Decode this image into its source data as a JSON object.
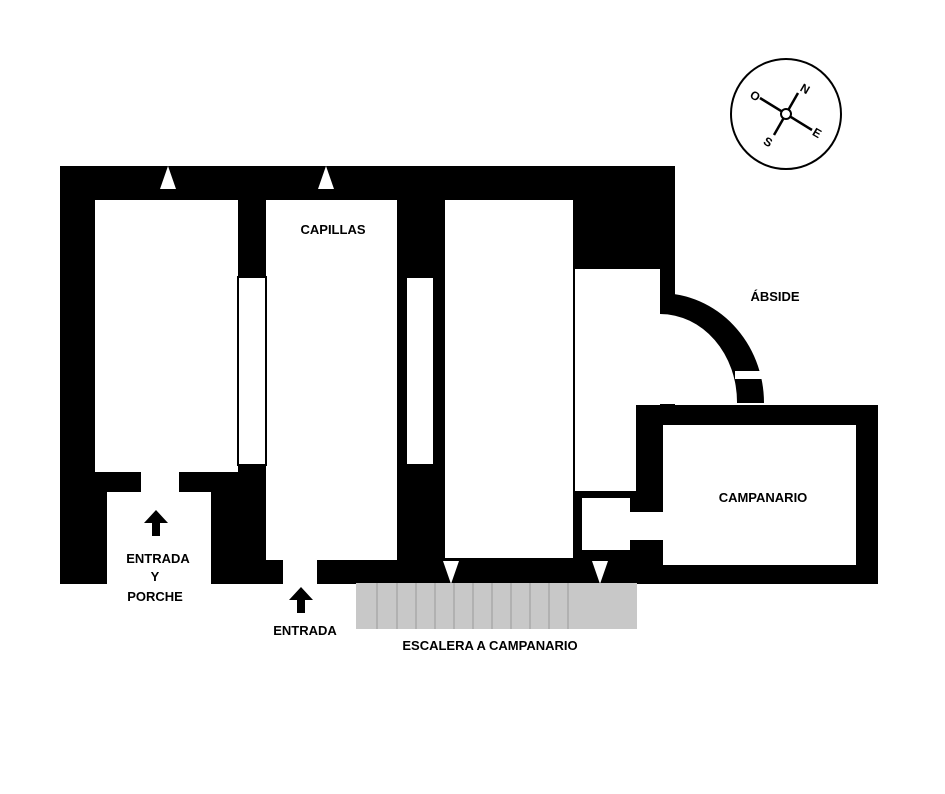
{
  "labels": {
    "capillas": "CAPILLAS",
    "abside": "ÁBSIDE",
    "campanario": "CAMPANARIO",
    "entrada_porche_line1": "ENTRADA",
    "entrada_porche_line2": "Y",
    "entrada_porche_line3": "PORCHE",
    "entrada": "ENTRADA",
    "escalera": "ESCALERA A CAMPANARIO"
  },
  "compass": {
    "north": "N",
    "south": "S",
    "east": "E",
    "west": "O"
  },
  "colors": {
    "wall": "#000000",
    "floor": "#ffffff",
    "stairs": "#c8c8c8",
    "stair_lines": "#9a9a9a"
  }
}
